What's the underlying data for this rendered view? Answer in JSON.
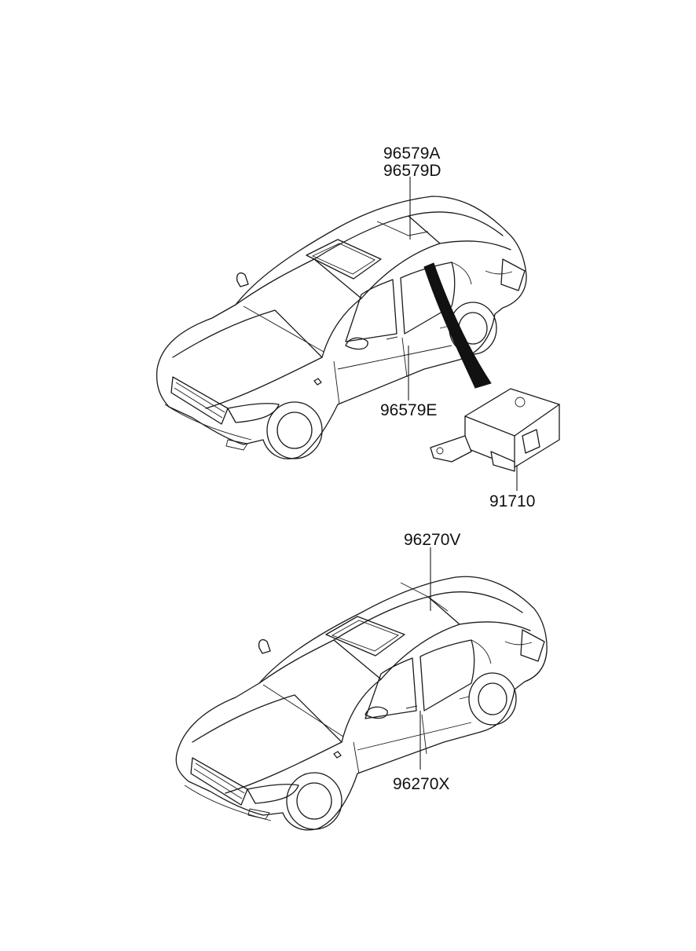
{
  "diagram": {
    "upper_vehicle": {
      "callouts": {
        "roof_antenna_a": "96579A",
        "roof_antenna_d": "96579D",
        "door_antenna": "96579E",
        "module": "91710"
      }
    },
    "lower_vehicle": {
      "callouts": {
        "roof_antenna": "96270V",
        "door_antenna": "96270X"
      }
    }
  }
}
